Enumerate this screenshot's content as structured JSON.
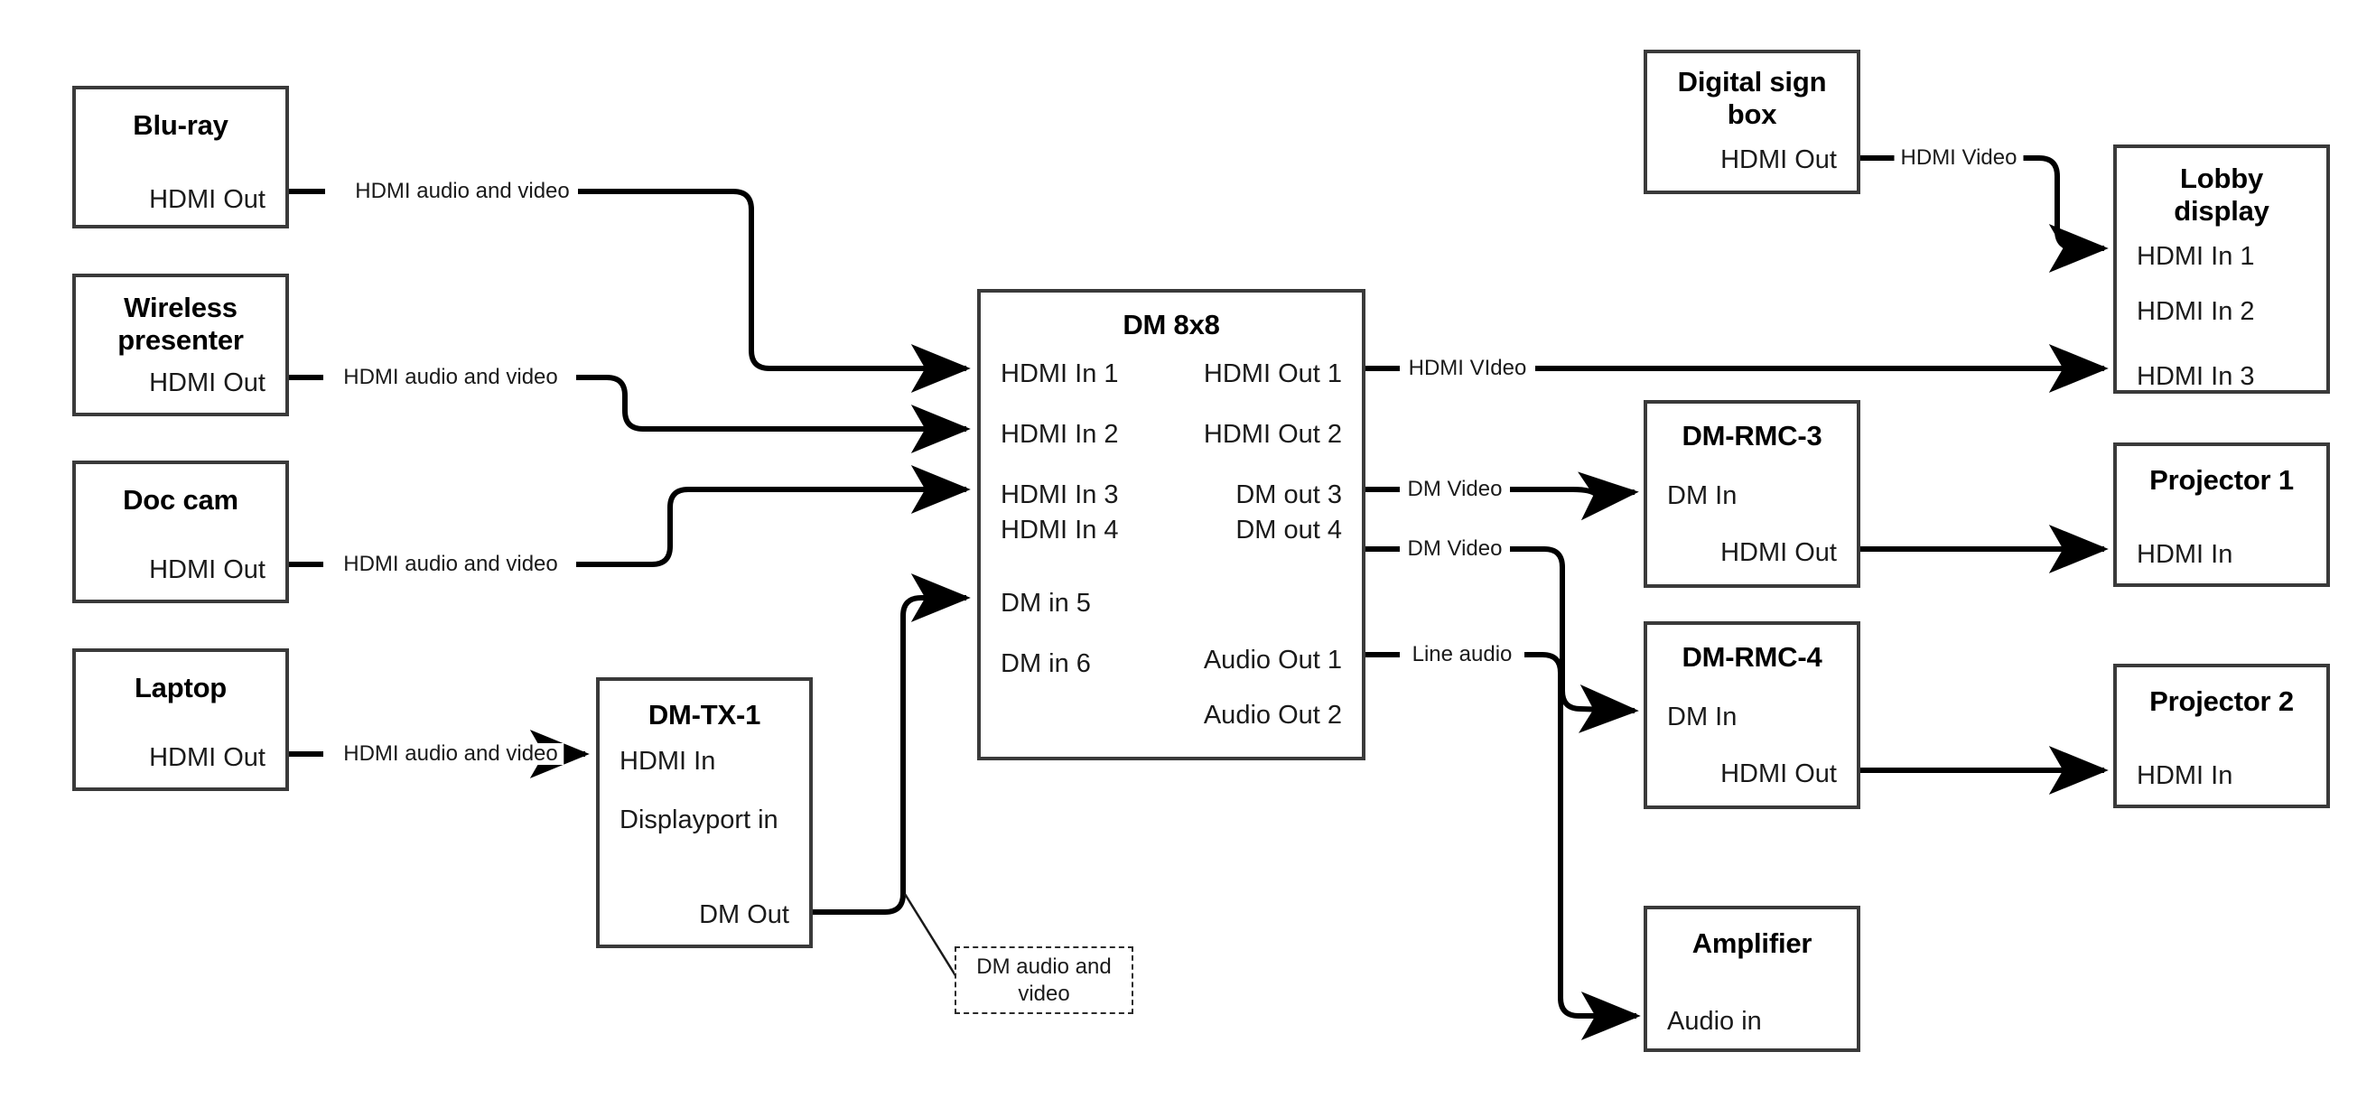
{
  "diagram": {
    "title": "Crestron DigitalMedia AV signal flow",
    "line_color": "#000000",
    "box_border_color": "#3a3a3a",
    "background": "#ffffff"
  },
  "nodes": [
    {
      "id": "blu-ray",
      "title": "Blu-ray",
      "ports_right": [
        "HDMI Out"
      ],
      "ports_left": []
    },
    {
      "id": "wireless-presenter",
      "title": "Wireless\npresenter",
      "ports_right": [
        "HDMI Out"
      ],
      "ports_left": []
    },
    {
      "id": "doc-cam",
      "title": "Doc cam",
      "ports_right": [
        "HDMI Out"
      ],
      "ports_left": []
    },
    {
      "id": "laptop",
      "title": "Laptop",
      "ports_right": [
        "HDMI Out"
      ],
      "ports_left": []
    },
    {
      "id": "dm-tx-1",
      "title": "DM-TX-1",
      "ports_left": [
        "HDMI In",
        "Displayport in"
      ],
      "ports_right": [
        "DM Out"
      ]
    },
    {
      "id": "dm-8x8",
      "title": "DM 8x8",
      "ports_left": [
        "HDMI In 1",
        "HDMI In 2",
        "HDMI In 3",
        "HDMI In 4",
        "DM in 5",
        "DM in 6"
      ],
      "ports_right": [
        "HDMI Out 1",
        "HDMI Out 2",
        "DM out 3",
        "DM out 4",
        "Audio Out 1",
        "Audio Out 2"
      ]
    },
    {
      "id": "digital-sign-box",
      "title": "Digital sign\nbox",
      "ports_right": [
        "HDMI Out"
      ],
      "ports_left": []
    },
    {
      "id": "lobby-display",
      "title": "Lobby\ndisplay",
      "ports_left": [
        "HDMI In 1",
        "HDMI In 2",
        "HDMI In 3"
      ],
      "ports_right": []
    },
    {
      "id": "dm-rmc-3",
      "title": "DM-RMC-3",
      "ports_left": [
        "DM In"
      ],
      "ports_right": [
        "HDMI Out"
      ]
    },
    {
      "id": "dm-rmc-4",
      "title": "DM-RMC-4",
      "ports_left": [
        "DM In"
      ],
      "ports_right": [
        "HDMI Out"
      ]
    },
    {
      "id": "projector-1",
      "title": "Projector 1",
      "ports_left": [
        "HDMI In"
      ],
      "ports_right": []
    },
    {
      "id": "projector-2",
      "title": "Projector 2",
      "ports_left": [
        "HDMI In"
      ],
      "ports_right": []
    },
    {
      "id": "amplifier",
      "title": "Amplifier",
      "ports_left": [
        "Audio in"
      ],
      "ports_right": []
    }
  ],
  "node_labels": {
    "blu_ray_title": "Blu-ray",
    "blu_ray_hdmi_out": "HDMI Out",
    "wireless_title_1": "Wireless",
    "wireless_title_2": "presenter",
    "wireless_hdmi_out": "HDMI Out",
    "doc_cam_title": "Doc cam",
    "doc_cam_hdmi_out": "HDMI Out",
    "laptop_title": "Laptop",
    "laptop_hdmi_out": "HDMI Out",
    "tx_title": "DM-TX-1",
    "tx_hdmi_in": "HDMI In",
    "tx_dp_in": "Displayport in",
    "tx_dm_out": "DM Out",
    "switcher_title": "DM 8x8",
    "switcher_in_1": "HDMI In 1",
    "switcher_in_2": "HDMI In 2",
    "switcher_in_3": "HDMI In 3",
    "switcher_in_4": "HDMI In 4",
    "switcher_in_5": "DM in 5",
    "switcher_in_6": "DM in 6",
    "switcher_out_1": "HDMI Out 1",
    "switcher_out_2": "HDMI Out 2",
    "switcher_out_3": "DM out 3",
    "switcher_out_4": "DM out 4",
    "switcher_audio_1": "Audio Out 1",
    "switcher_audio_2": "Audio Out 2",
    "sign_title_1": "Digital sign",
    "sign_title_2": "box",
    "sign_hdmi_out": "HDMI Out",
    "lobby_title_1": "Lobby",
    "lobby_title_2": "display",
    "lobby_in_1": "HDMI In 1",
    "lobby_in_2": "HDMI In 2",
    "lobby_in_3": "HDMI In 3",
    "rmc3_title": "DM-RMC-3",
    "rmc3_dm_in": "DM In",
    "rmc3_hdmi_out": "HDMI Out",
    "rmc4_title": "DM-RMC-4",
    "rmc4_dm_in": "DM In",
    "rmc4_hdmi_out": "HDMI Out",
    "proj1_title": "Projector 1",
    "proj1_hdmi_in": "HDMI In",
    "proj2_title": "Projector 2",
    "proj2_hdmi_in": "HDMI In",
    "amp_title": "Amplifier",
    "amp_audio_in": "Audio in"
  },
  "edges": [
    {
      "id": "bluray-to-in1",
      "label": "HDMI audio and video",
      "from": "blu-ray.HDMI Out",
      "to": "dm-8x8.HDMI In 1"
    },
    {
      "id": "wireless-to-in2",
      "label": "HDMI audio and video",
      "from": "wireless-presenter.HDMI Out",
      "to": "dm-8x8.HDMI In 2"
    },
    {
      "id": "doccam-to-in3",
      "label": "HDMI audio and video",
      "from": "doc-cam.HDMI Out",
      "to": "dm-8x8.HDMI In 3"
    },
    {
      "id": "laptop-to-tx",
      "label": "HDMI audio and video",
      "from": "laptop.HDMI Out",
      "to": "dm-tx-1.HDMI In"
    },
    {
      "id": "tx-to-in5",
      "label": "DM audio and video",
      "from": "dm-tx-1.DM Out",
      "to": "dm-8x8.DM in 5"
    },
    {
      "id": "out1-to-lobby3",
      "label": "HDMI VIdeo",
      "from": "dm-8x8.HDMI Out 1",
      "to": "lobby-display.HDMI In 3"
    },
    {
      "id": "out3-to-rmc3",
      "label": "DM Video",
      "from": "dm-8x8.DM out 3",
      "to": "dm-rmc-3.DM In"
    },
    {
      "id": "out4-to-rmc4",
      "label": "DM Video",
      "from": "dm-8x8.DM out 4",
      "to": "dm-rmc-4.DM In"
    },
    {
      "id": "audio1-to-amp",
      "label": "Line audio",
      "from": "dm-8x8.Audio Out 1",
      "to": "amplifier.Audio in"
    },
    {
      "id": "sign-to-lobby1",
      "label": "HDMI Video",
      "from": "digital-sign-box.HDMI Out",
      "to": "lobby-display.HDMI In 1"
    },
    {
      "id": "rmc3-to-proj1",
      "label": "",
      "from": "dm-rmc-3.HDMI Out",
      "to": "projector-1.HDMI In"
    },
    {
      "id": "rmc4-to-proj2",
      "label": "",
      "from": "dm-rmc-4.HDMI Out",
      "to": "projector-2.HDMI In"
    }
  ],
  "edge_labels": {
    "bluray": "HDMI audio and video",
    "wireless": "HDMI audio and video",
    "doccam": "HDMI audio and video",
    "laptop": "HDMI audio and video",
    "hdmi_video_out1": "HDMI VIdeo",
    "dm_video_3": "DM Video",
    "dm_video_4": "DM Video",
    "line_audio": "Line audio",
    "sign_hdmi_video": "HDMI Video"
  },
  "annotation": {
    "dm_note_line1": "DM audio and",
    "dm_note_line2": "video"
  }
}
